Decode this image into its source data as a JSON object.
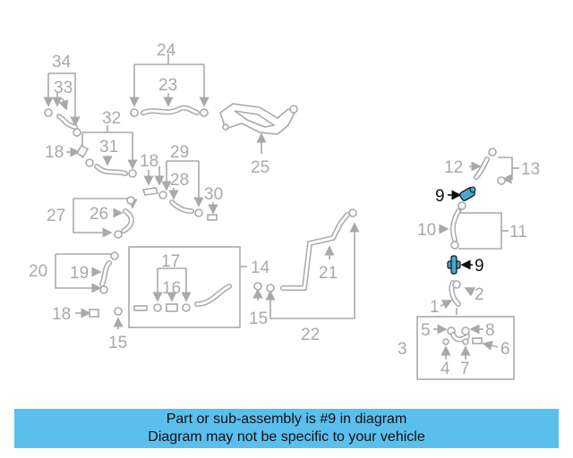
{
  "diagram": {
    "callouts": [
      "34",
      "33",
      "24",
      "23",
      "32",
      "31",
      "18",
      "25",
      "29",
      "28",
      "18",
      "30",
      "27",
      "26",
      "20",
      "19",
      "17",
      "16",
      "14",
      "18",
      "15",
      "21",
      "15",
      "22",
      "12",
      "13",
      "9",
      "10",
      "11",
      "9",
      "1",
      "2",
      "5",
      "8",
      "3",
      "6",
      "4",
      "7"
    ],
    "highlight_part": "9",
    "accent_color": "#4aa8c8"
  },
  "banner": {
    "line1": "Part or sub-assembly is #9 in diagram",
    "line2": "Diagram may not be specific to your vehicle",
    "color": "#5bbfee"
  }
}
